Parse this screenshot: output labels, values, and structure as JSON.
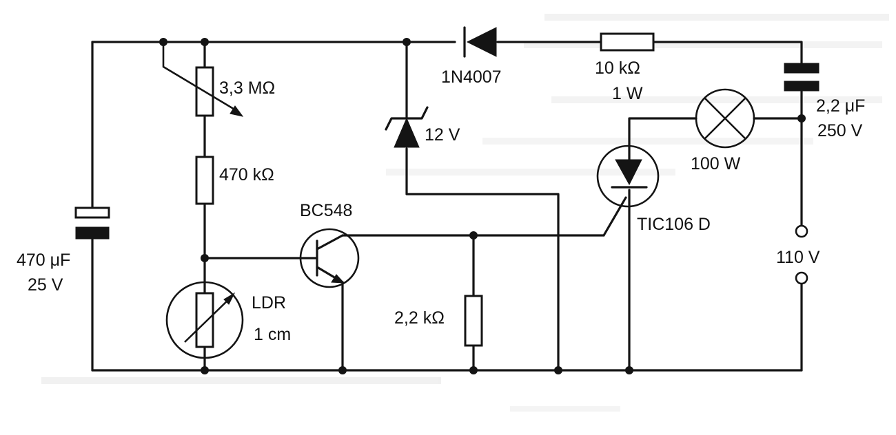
{
  "labels": {
    "potentiometer": "3,3 MΩ",
    "resistor_470k": "470 kΩ",
    "capacitor_electrolytic_value": "470 μF",
    "capacitor_electrolytic_voltage": "25 V",
    "ldr_name": "LDR",
    "ldr_size": "1 cm",
    "transistor": "BC548",
    "zener": "12 V",
    "diode": "1N4007",
    "resistor_10k_value": "10 kΩ",
    "resistor_10k_power": "1 W",
    "resistor_2k2": "2,2 kΩ",
    "thyristor": "TIC106 D",
    "lamp": "100 W",
    "capacitor_film_value": "2,2 μF",
    "capacitor_film_voltage": "250 V",
    "mains": "110 V"
  },
  "colors": {
    "ink": "#141414",
    "background": "#ffffff"
  }
}
